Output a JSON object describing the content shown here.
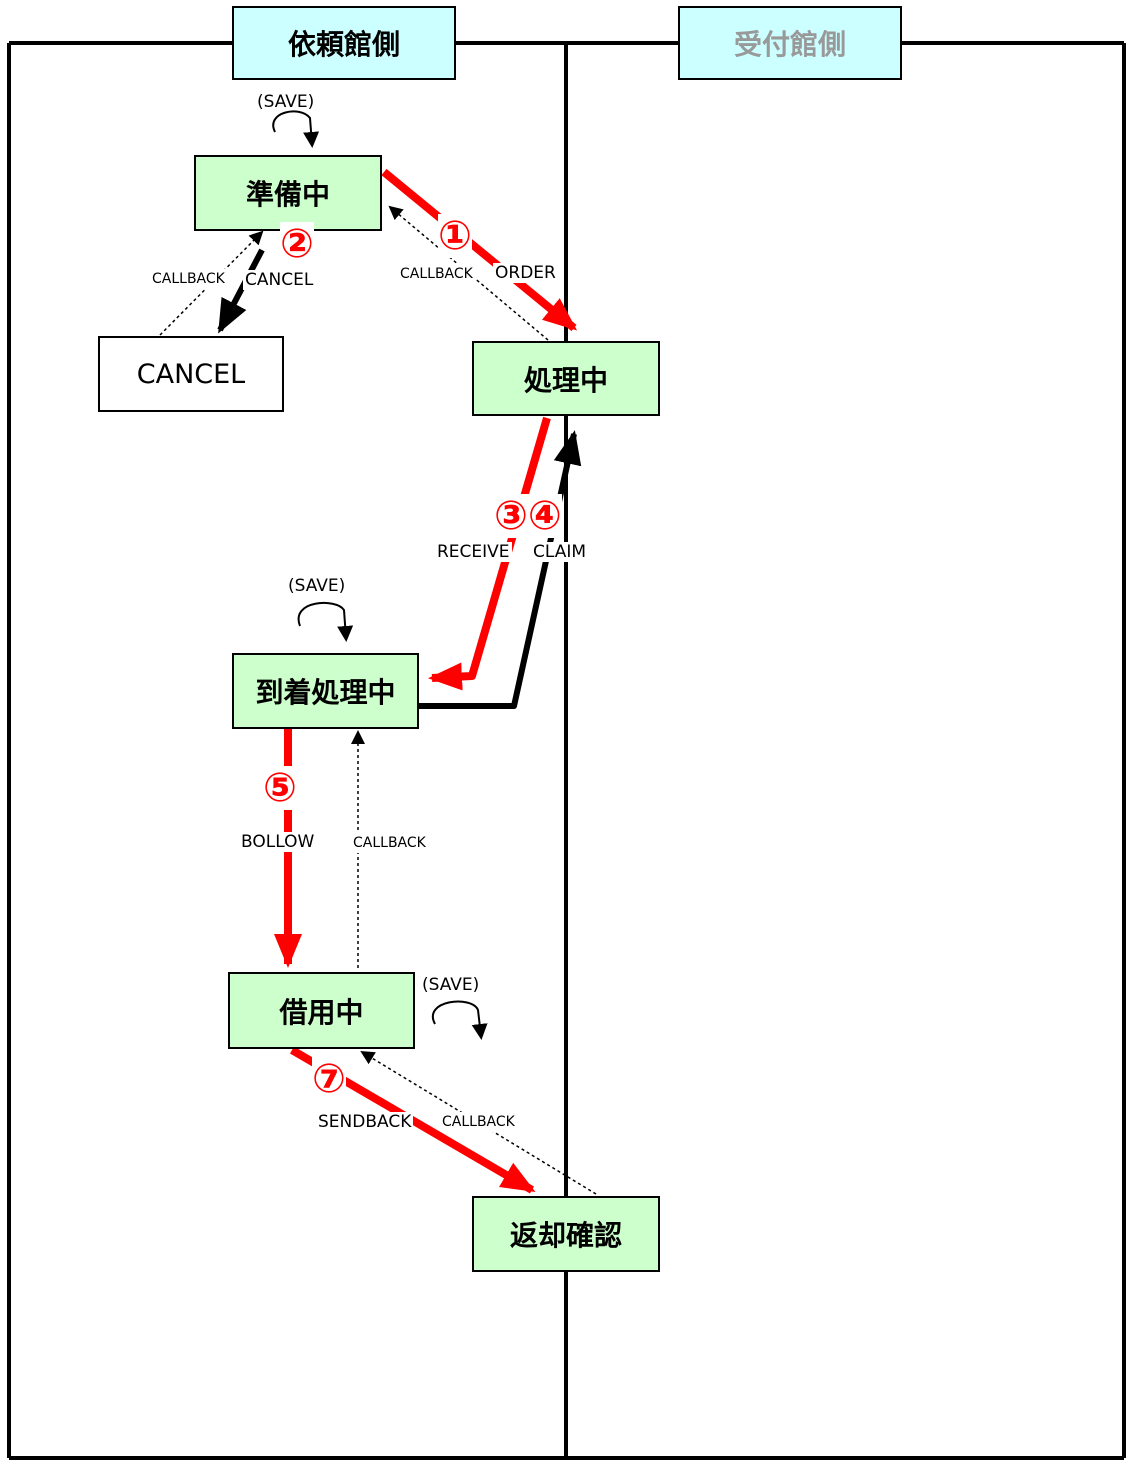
{
  "lanes": {
    "left": "依頼館側",
    "right": "受付館側"
  },
  "states": {
    "preparing": "準備中",
    "cancel": "CANCEL",
    "processing": "処理中",
    "arrival_processing": "到着処理中",
    "borrowing": "借用中",
    "return_confirm": "返却確認"
  },
  "labels": {
    "save_top": "(SAVE)",
    "save_mid": "(SAVE)",
    "save_bottom": "(SAVE)",
    "callback_cancel": "CALLBACK",
    "cancel": "CANCEL",
    "callback_order": "CALLBACK",
    "order": "ORDER",
    "receive": "RECEIVE",
    "claim": "CLAIM",
    "bollow": "BOLLOW",
    "callback_bollow": "CALLBACK",
    "sendback": "SENDBACK",
    "callback_sendback": "CALLBACK"
  },
  "steps": {
    "one": "①",
    "two": "②",
    "three_four": "③④",
    "five": "⑤",
    "seven": "⑦"
  },
  "colors": {
    "state_fill": "#ccffcc",
    "lane_left_fill": "#ccffff",
    "lane_right_text": "#999999",
    "flow_red": "#ff0000",
    "flow_black": "#000000"
  }
}
